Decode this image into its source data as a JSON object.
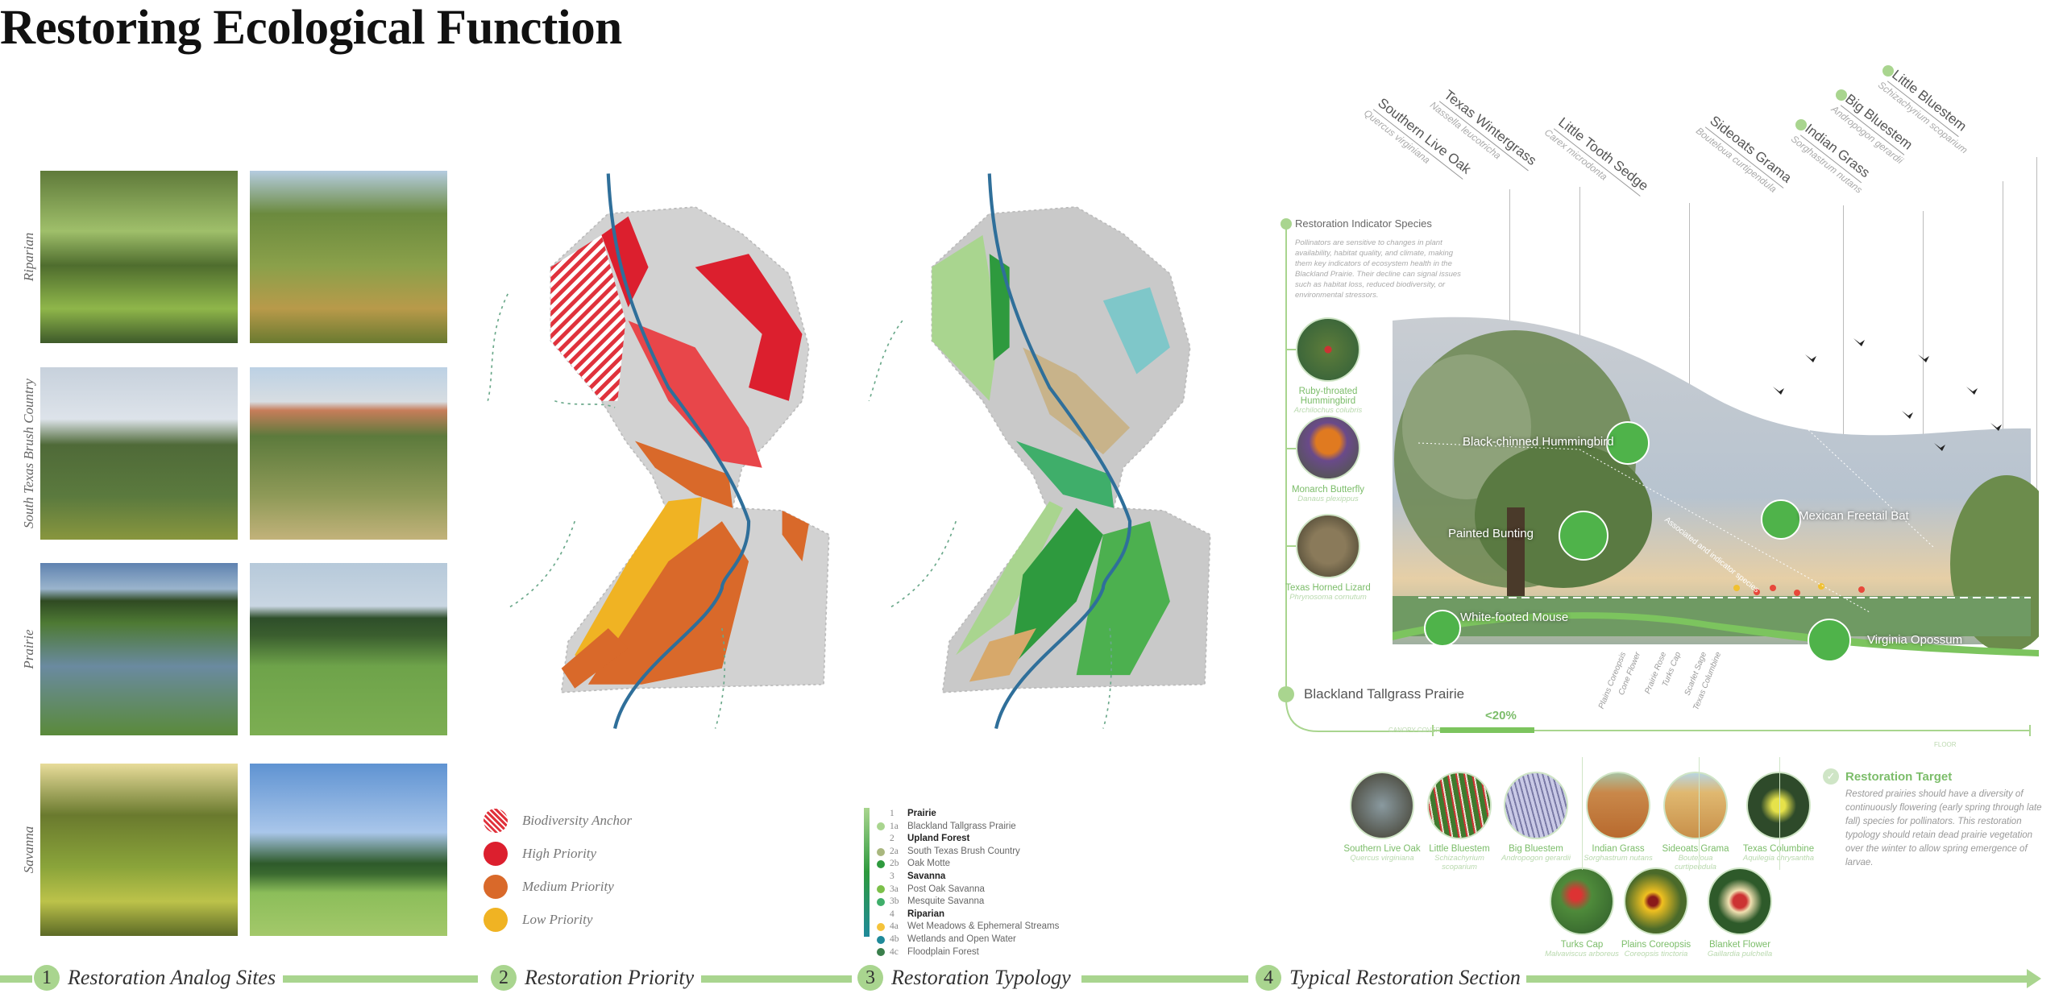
{
  "title": "Restoring Ecological Function",
  "analog_sites": {
    "rows": [
      "Riparian",
      "South Texas Brush Country",
      "Prairie",
      "Savanna"
    ]
  },
  "priority_legend": [
    {
      "label": "Biodiversity Anchor",
      "color": "#e0323c",
      "hatched": true
    },
    {
      "label": "High Priority",
      "color": "#dc1f2e"
    },
    {
      "label": "Medium Priority",
      "color": "#d9692a"
    },
    {
      "label": "Low Priority",
      "color": "#f0b323"
    }
  ],
  "typology_legend": [
    {
      "num": "1",
      "label": "Prairie",
      "heading": true
    },
    {
      "num": "1a",
      "label": "Blackland Tallgrass Prairie",
      "color": "#a9d58f"
    },
    {
      "num": "2",
      "label": "Upland Forest",
      "heading": true
    },
    {
      "num": "2a",
      "label": "South Texas Brush Country",
      "color": "#a9b77e"
    },
    {
      "num": "2b",
      "label": "Oak Motte",
      "color": "#2e9a3e"
    },
    {
      "num": "3",
      "label": "Savanna",
      "heading": true
    },
    {
      "num": "3a",
      "label": "Post Oak Savanna",
      "color": "#7cc04a"
    },
    {
      "num": "3b",
      "label": "Mesquite Savanna",
      "color": "#3fae6a"
    },
    {
      "num": "4",
      "label": "Riparian",
      "heading": true
    },
    {
      "num": "4a",
      "label": "Wet Meadows & Ephemeral Streams",
      "color": "#f5c33b"
    },
    {
      "num": "4b",
      "label": "Wetlands and Open Water",
      "color": "#1f8a9a"
    },
    {
      "num": "4c",
      "label": "Floodplain Forest",
      "color": "#3a7f4c"
    }
  ],
  "section": {
    "top_species": [
      {
        "common": "Southern Live Oak",
        "scientific": "Quercus virginiana",
        "dot": false
      },
      {
        "common": "Texas Wintergrass",
        "scientific": "Nassella leucotricha",
        "dot": false
      },
      {
        "common": "Little Tooth Sedge",
        "scientific": "Carex microdonta",
        "dot": false
      },
      {
        "common": "Sideoats Grama",
        "scientific": "Bouteloua curtipendula",
        "dot": false
      },
      {
        "common": "Indian Grass",
        "scientific": "Sorghastrum nutans",
        "dot": true
      },
      {
        "common": "Big Bluestem",
        "scientific": "Andropogon gerardii",
        "dot": true
      },
      {
        "common": "Little Bluestem",
        "scientific": "Schizachyrium scoparium",
        "dot": true
      }
    ],
    "indicator_title": "Restoration Indicator Species",
    "indicator_text": "Pollinators are sensitive to changes in plant availability, habitat quality, and climate, making them key indicators of ecosystem health in the Blackland Prairie. Their decline can signal issues such as habitat loss, reduced biodiversity, or environmental stressors.",
    "indicators": [
      {
        "common": "Ruby-throated Hummingbird",
        "scientific": "Archilochus colubris"
      },
      {
        "common": "Monarch Butterfly",
        "scientific": "Danaus plexippus"
      },
      {
        "common": "Texas Horned Lizard",
        "scientific": "Phrynosoma cornutum"
      }
    ],
    "fauna_labels": [
      "Black-chinned Hummingbird",
      "Painted Bunting",
      "Mexican Freetail Bat",
      "White-footed Mouse",
      "Virginia Opossum"
    ],
    "diagonal_note": "Associated and indicator species",
    "flower_labels": [
      "Plains Coreopsis",
      "Cone Flower",
      "Prairie Rose",
      "Turks Cap",
      "Scarlet Sage",
      "Texas Columbine"
    ],
    "typology_name": "Blackland Tallgrass Prairie",
    "canopy_label": "CANOPY COVER",
    "canopy_value": "<20%",
    "canopy_fraction": 0.2,
    "floor_label": "FLOOR",
    "plants": [
      {
        "common": "Southern Live Oak",
        "scientific": "Quercus virginiana"
      },
      {
        "common": "Little Bluestem",
        "scientific": "Schizachyrium scoparium"
      },
      {
        "common": "Big Bluestem",
        "scientific": "Andropogon gerardii"
      },
      {
        "common": "Indian Grass",
        "scientific": "Sorghastrum nutans"
      },
      {
        "common": "Sideoats Grama",
        "scientific": "Bouteloua curtipendula"
      },
      {
        "common": "Texas Columbine",
        "scientific": "Aquilegia chrysantha"
      },
      {
        "common": "Turks Cap",
        "scientific": "Malvaviscus arboreus"
      },
      {
        "common": "Plains Coreopsis",
        "scientific": "Coreopsis tinctoria"
      },
      {
        "common": "Blanket Flower",
        "scientific": "Gaillardia pulchella"
      }
    ],
    "target_title": "Restoration Target",
    "target_text": "Restored prairies should have a diversity of continuously flowering (early spring through late fall) species for pollinators. This restoration typology should retain dead prairie vegetation over the winter to allow spring emergence of larvae."
  },
  "steps": [
    {
      "num": "1",
      "label": "Restoration Analog Sites"
    },
    {
      "num": "2",
      "label": "Restoration Priority"
    },
    {
      "num": "3",
      "label": "Restoration Typology"
    },
    {
      "num": "4",
      "label": "Typical Restoration Section"
    }
  ],
  "colors": {
    "accent": "#a9d58f",
    "accent_text": "#7cbd6a",
    "river": "#2f6f9a"
  }
}
